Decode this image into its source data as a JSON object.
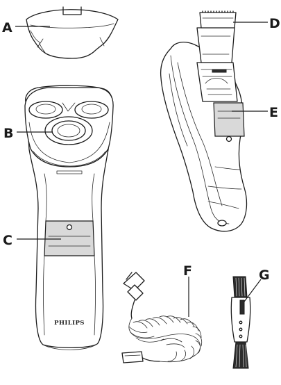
{
  "diagram": {
    "parts": [
      {
        "id": "A",
        "label": "A"
      },
      {
        "id": "B",
        "label": "B"
      },
      {
        "id": "C",
        "label": "C"
      },
      {
        "id": "D",
        "label": "D"
      },
      {
        "id": "E",
        "label": "E"
      },
      {
        "id": "F",
        "label": "F"
      },
      {
        "id": "G",
        "label": "G"
      }
    ],
    "brand_text": "PHILIPS"
  }
}
